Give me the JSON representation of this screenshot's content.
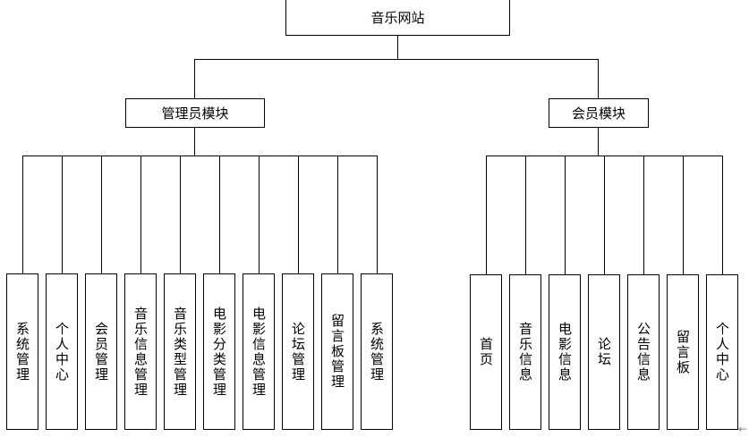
{
  "root": {
    "label": "音乐网站"
  },
  "modules": [
    {
      "label": "管理员模块",
      "children": [
        "系统管理",
        "个人中心",
        "会员管理",
        "音乐信息管理",
        "音乐类型管理",
        "电影分类管理",
        "电影信息管理",
        "论坛管理",
        "留言板管理",
        "系统管理"
      ]
    },
    {
      "label": "会员模块",
      "children": [
        "首页",
        "音乐信息",
        "电影信息",
        "论坛",
        "公告信息",
        "留言板",
        "个人中心"
      ]
    }
  ],
  "colors": {
    "line": "#000000",
    "background": "#ffffff"
  },
  "icons": {
    "corner": "arrow-left-icon"
  }
}
